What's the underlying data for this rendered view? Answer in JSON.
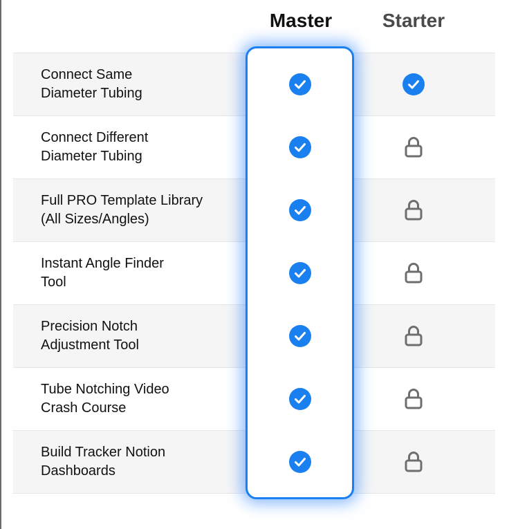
{
  "header": {
    "master_label": "Master",
    "starter_label": "Starter"
  },
  "colors": {
    "accent": "#1a80f0",
    "check": "#1a80f0",
    "lock": "#6e6e6e",
    "row_shade": "#f5f5f5"
  },
  "rows": [
    {
      "feature": "Connect Same\nDiameter Tubing",
      "master": "check-icon",
      "starter": "check-icon"
    },
    {
      "feature": "Connect Different\nDiameter Tubing",
      "master": "check-icon",
      "starter": "lock-icon"
    },
    {
      "feature": "Full PRO Template Library\n(All Sizes/Angles)",
      "master": "check-icon",
      "starter": "lock-icon"
    },
    {
      "feature": "Instant Angle Finder\nTool",
      "master": "check-icon",
      "starter": "lock-icon"
    },
    {
      "feature": "Precision Notch\nAdjustment Tool",
      "master": "check-icon",
      "starter": "lock-icon"
    },
    {
      "feature": "Tube Notching Video\nCrash Course",
      "master": "check-icon",
      "starter": "lock-icon"
    },
    {
      "feature": "Build Tracker Notion\nDashboards",
      "master": "check-icon",
      "starter": "lock-icon"
    }
  ]
}
